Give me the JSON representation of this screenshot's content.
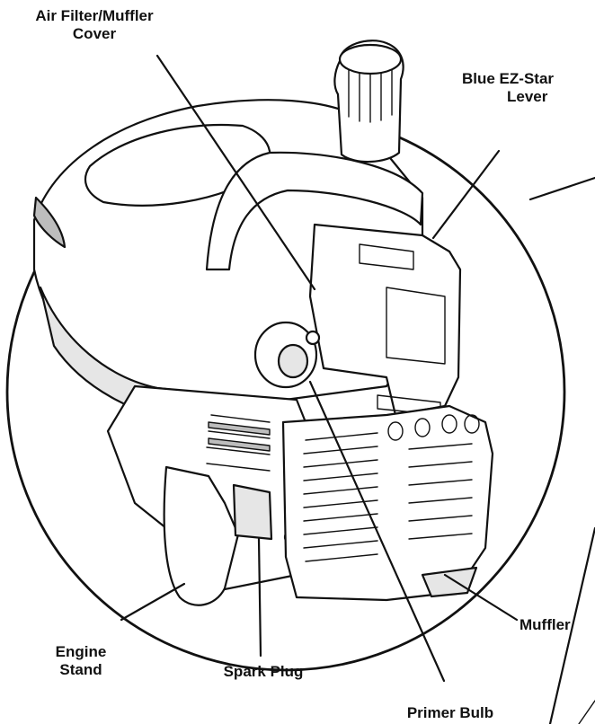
{
  "labels": {
    "air_filter": [
      "Air Filter/Muffler",
      "Cover"
    ],
    "ez_start": [
      "Blue EZ-Star",
      "Lever"
    ],
    "engine_stand": [
      "Engine",
      "Stand"
    ],
    "spark_plug": "Spark Plug",
    "primer_bulb": "Primer Bulb",
    "muffler": "Muffler"
  },
  "colors": {
    "ink": "#111111",
    "background": "#ffffff"
  }
}
